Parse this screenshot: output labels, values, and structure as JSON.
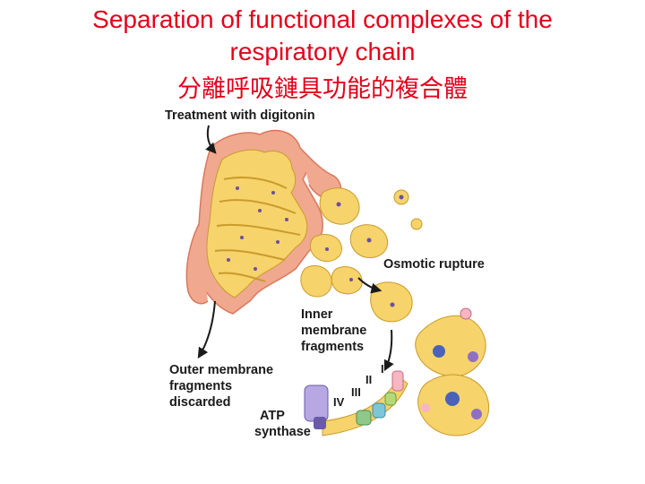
{
  "title": {
    "line1": "Separation of functional complexes of the",
    "line2": "respiratory chain",
    "line3": "分離呼吸鏈具功能的複合體"
  },
  "labels": {
    "treatment": "Treatment with digitonin",
    "osmotic": "Osmotic rupture",
    "inner": [
      "Inner",
      "membrane",
      "fragments"
    ],
    "outer": [
      "Outer membrane",
      "fragments",
      "discarded"
    ],
    "atp": [
      "ATP",
      "synthase"
    ],
    "complexes": [
      "I",
      "II",
      "III",
      "IV"
    ]
  },
  "colors": {
    "title": "#e3001b",
    "matrix": "#f6d36b",
    "outer_membrane": "#f0a88f",
    "arrow": "#1a1a1a"
  }
}
